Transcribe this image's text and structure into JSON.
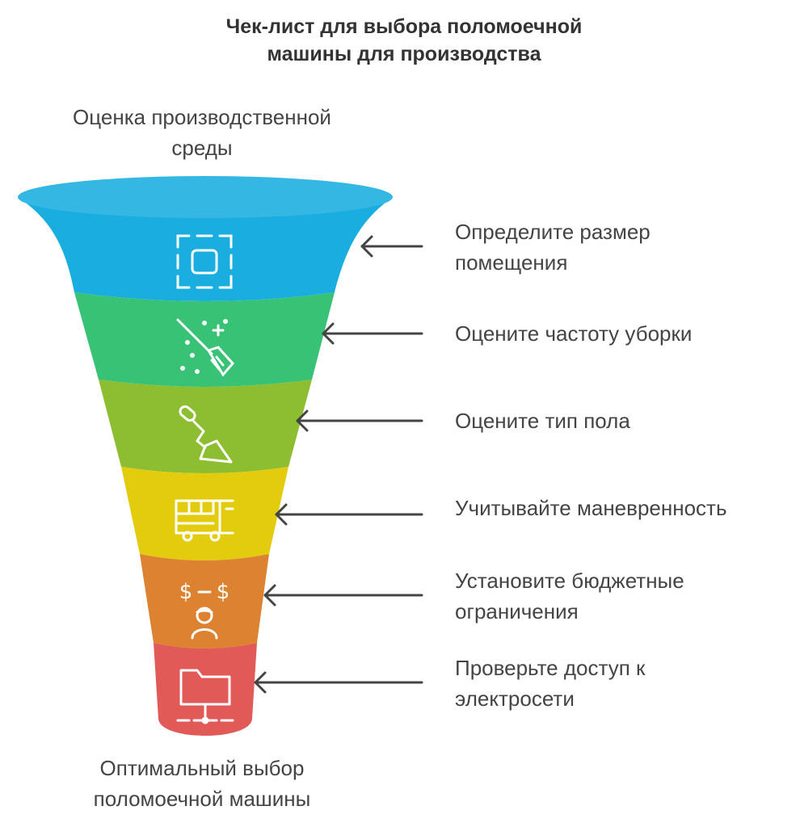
{
  "title": {
    "line1": "Чек-лист для выбора поломоечной",
    "line2": "машины для производства"
  },
  "top_label": {
    "line1": "Оценка производственной",
    "line2": "среды"
  },
  "bottom_label": {
    "line1": "Оптимальный выбор",
    "line2": "поломоечной машины"
  },
  "steps": [
    {
      "line1": "Определите размер",
      "line2": "помещения",
      "color": "#1AAEE0",
      "icon": "dashed-square-icon"
    },
    {
      "line1": "Оцените частоту уборки",
      "line2": "",
      "color": "#38C276",
      "icon": "broom-sparkle-icon"
    },
    {
      "line1": "Оцените тип пола",
      "line2": "",
      "color": "#8DBE31",
      "icon": "trowel-icon"
    },
    {
      "line1": "Учитывайте маневренность",
      "line2": "",
      "color": "#E3CC0E",
      "icon": "bus-icon"
    },
    {
      "line1": "Установите бюджетные",
      "line2": "ограничения",
      "color": "#DD8231",
      "icon": "dollar-person-icon"
    },
    {
      "line1": "Проверьте доступ к",
      "line2": "электросети",
      "color": "#E25A58",
      "icon": "network-folder-icon"
    }
  ],
  "arrow_color": "#444444"
}
